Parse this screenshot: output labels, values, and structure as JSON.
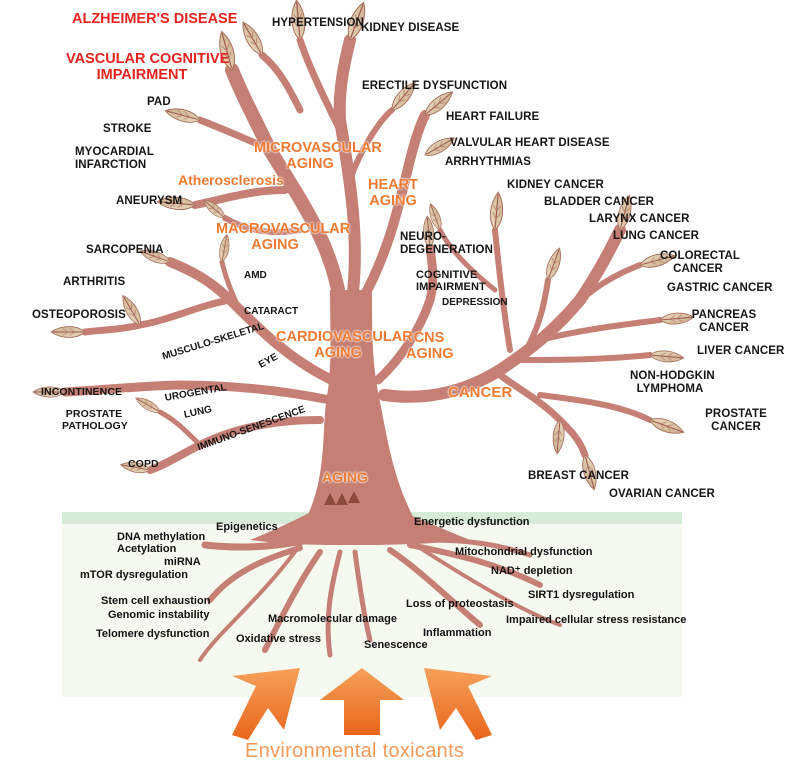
{
  "colors": {
    "trunk": "#c57f74",
    "trunk_dark": "#b46d62",
    "leaf_fill": "#d9c4a4",
    "leaf_vein": "#9e5a4f",
    "ground": "#f6f9ef",
    "ground_band": "#d6ecd8",
    "arrow": "#ef7a24",
    "disease_red": "#e8231f",
    "category_orange": "#ef7a32"
  },
  "top": {
    "alzheimers": "ALZHEIMER'S DISEASE",
    "vci_1": "VASCULAR COGNITIVE",
    "vci_2": "IMPAIRMENT",
    "hypertension": "HYPERTENSION",
    "kidney_disease": "KIDNEY DISEASE",
    "erectile": "ERECTILE DYSFUNCTION",
    "heart_failure": "HEART FAILURE",
    "valvular": "VALVULAR HEART DISEASE",
    "arrhythmias": "ARRHYTHMIAS"
  },
  "left": {
    "pad": "PAD",
    "stroke": "STROKE",
    "mi_1": "MYOCARDIAL",
    "mi_2": "INFARCTION",
    "aneurysm": "ANEURYSM",
    "sarcopenia": "SARCOPENIA",
    "arthritis": "ARTHRITIS",
    "osteoporosis": "OSTEOPOROSIS",
    "incontinence": "INCONTINENCE",
    "prostate_path_1": "PROSTATE",
    "prostate_path_2": "PATHOLOGY",
    "copd": "COPD"
  },
  "branches": {
    "amd": "AMD",
    "cataract": "CATARACT",
    "eye": "EYE",
    "musculo": "MUSCULO-SKELETAL",
    "urogental": "UROGENTAL",
    "lung": "LUNG",
    "immuno": "IMMUNO-SENESCENCE"
  },
  "categories": {
    "micro_1": "MICROVASCULAR",
    "micro_2": "AGING",
    "athero": "Atherosclerosis",
    "heart_1": "HEART",
    "heart_2": "AGING",
    "macro_1": "MACROVASCULAR",
    "macro_2": "AGING",
    "cardio_1": "CARDIOVASCULAR",
    "cardio_2": "AGING",
    "cns_1": "CNS",
    "cns_2": "AGING",
    "cancer": "CANCER",
    "aging": "AGING"
  },
  "cns_side": {
    "neuro_1": "NEURO-",
    "neuro_2": "DEGENERATION",
    "cog_1": "COGNITIVE",
    "cog_2": "IMPAIRMENT",
    "depression": "DEPRESSION"
  },
  "cancers": {
    "kidney": "KIDNEY CANCER",
    "bladder": "BLADDER CANCER",
    "larynx": "LARYNX CANCER",
    "lung": "LUNG CANCER",
    "colorectal_1": "COLORECTAL",
    "colorectal_2": "CANCER",
    "gastric": "GASTRIC CANCER",
    "pancreas_1": "PANCREAS",
    "pancreas_2": "CANCER",
    "liver": "LIVER CANCER",
    "nhl_1": "NON-HODGKIN",
    "nhl_2": "LYMPHOMA",
    "prostate_1": "PROSTATE",
    "prostate_2": "CANCER",
    "breast": "BREAST CANCER",
    "ovarian": "OVARIAN CANCER"
  },
  "roots": {
    "epigenetics": "Epigenetics",
    "dna_methylation": "DNA methylation",
    "acetylation": "Acetylation",
    "mirna": "miRNA",
    "mtor": "mTOR dysregulation",
    "stem_cell": "Stem cell exhaustion",
    "genomic": "Genomic instability",
    "telomere": "Telomere dysfunction",
    "macromolecular": "Macromolecular damage",
    "oxidative": "Oxidative stress",
    "senescence": "Senescence",
    "energetic": "Energetic dysfunction",
    "mitochondrial": "Mitochondrial dysfunction",
    "nad": "NAD⁺ depletion",
    "sirt1": "SIRT1  dysregulation",
    "proteostasis": "Loss of proteostasis",
    "inflammation": "Inflammation",
    "stress_resistance": "Impaired cellular stress resistance"
  },
  "bottom": {
    "environmental": "Environmental toxicants"
  }
}
